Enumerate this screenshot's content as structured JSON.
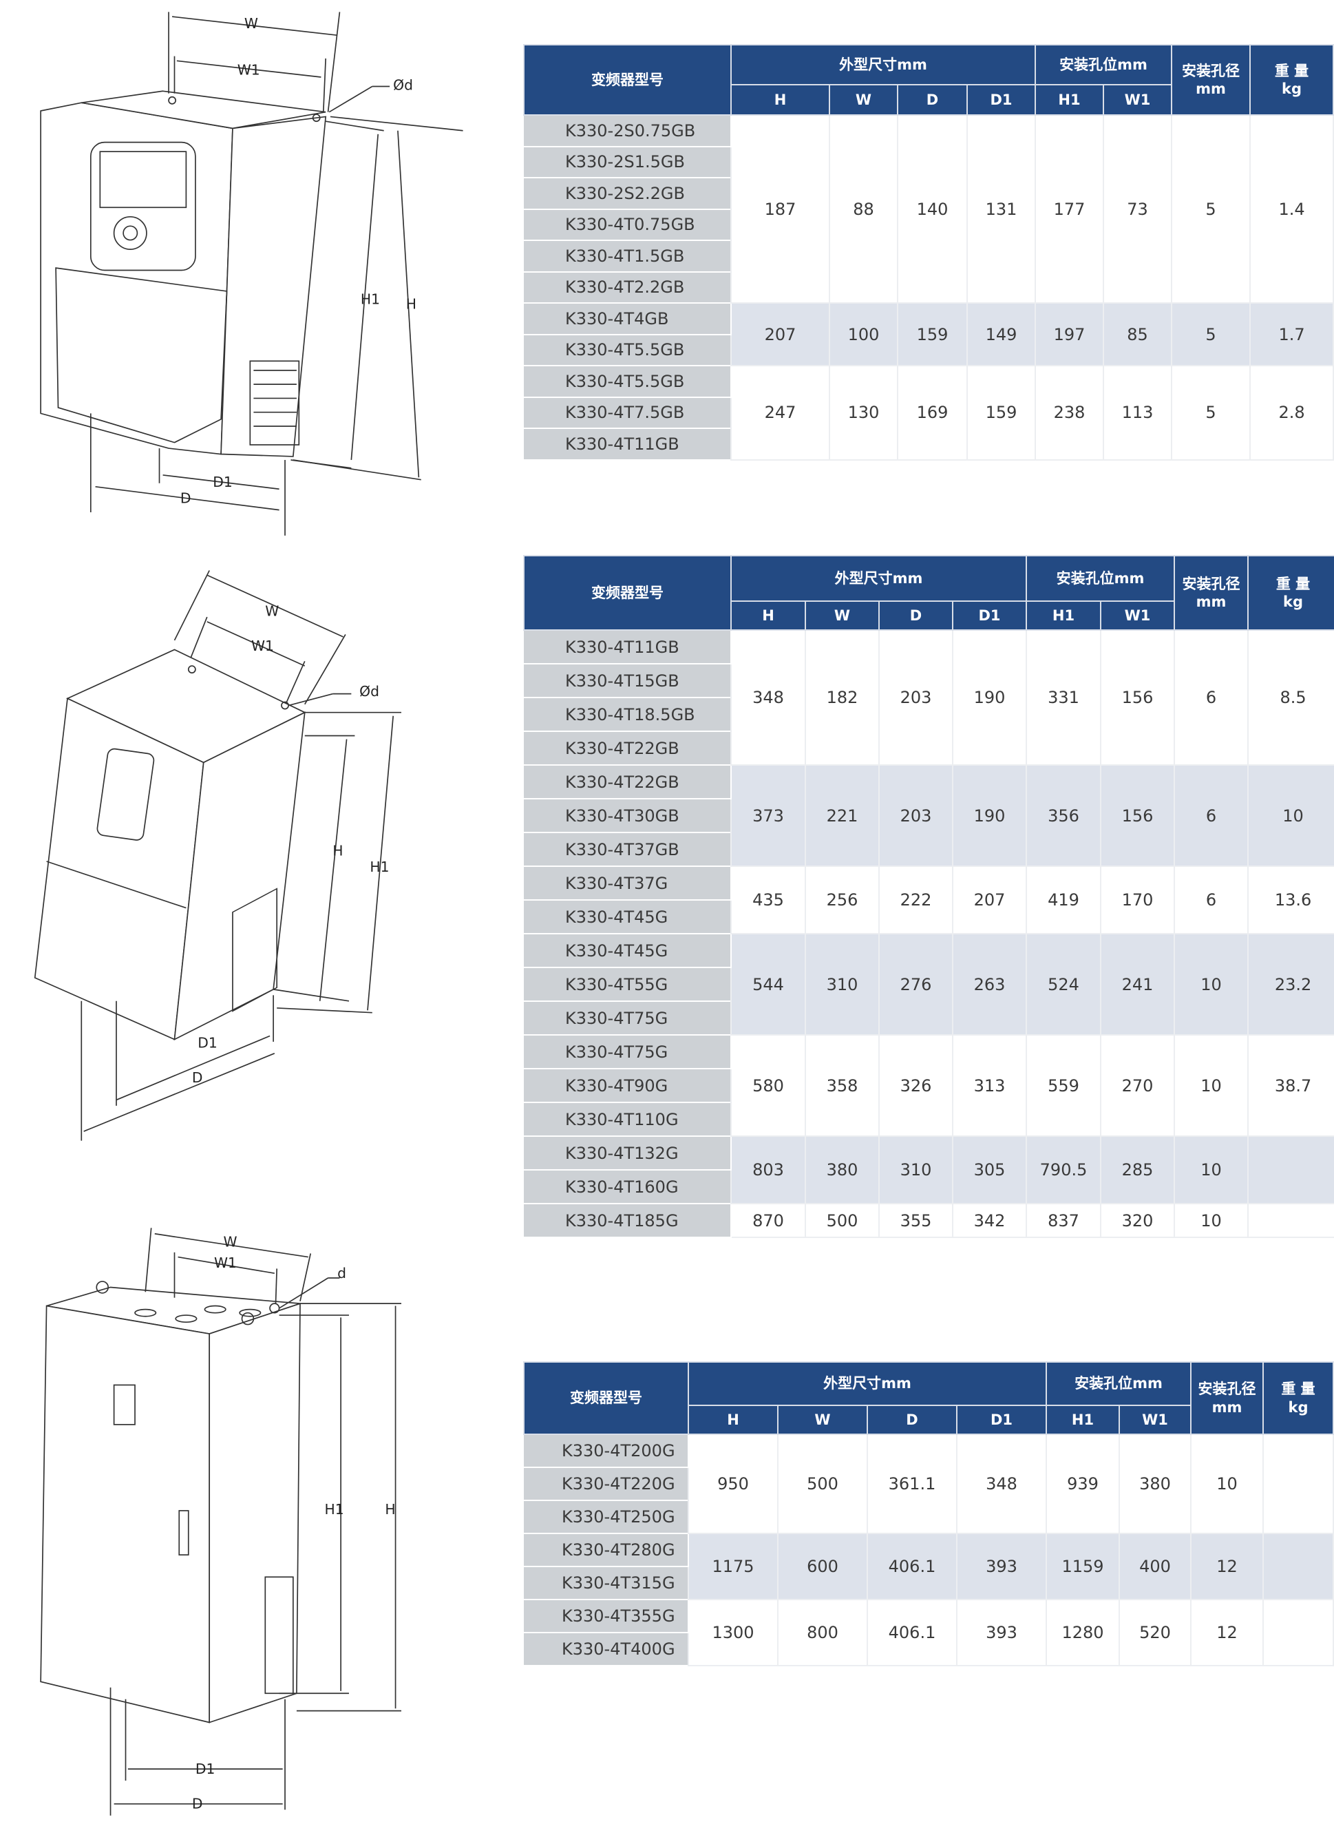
{
  "headers": {
    "model": "变频器型号",
    "outer_dims": "外型尺寸mm",
    "mount_pos": "安装孔位mm",
    "hole_dia_line1": "安装孔径",
    "hole_dia_line2": "mm",
    "weight_line1": "重 量",
    "weight_line2": "kg",
    "H": "H",
    "W": "W",
    "D": "D",
    "D1": "D1",
    "H1": "H1",
    "W1": "W1"
  },
  "drawings": [
    {
      "labels": {
        "W": "W",
        "W1": "W1",
        "d": "Ød",
        "H1": "H1",
        "H": "H",
        "D1": "D1",
        "D": "D"
      }
    },
    {
      "labels": {
        "W": "W",
        "W1": "W1",
        "d": "Ød",
        "H": "H",
        "H1": "H1",
        "D1": "D1",
        "D": "D"
      }
    },
    {
      "labels": {
        "W": "W",
        "W1": "W1",
        "d": "d",
        "H1": "H1",
        "H": "H",
        "D1": "D1",
        "D": "D"
      }
    }
  ],
  "tables": [
    {
      "groups": [
        {
          "models": [
            "K330-2S0.75GB",
            "K330-2S1.5GB",
            "K330-2S2.2GB",
            "K330-4T0.75GB",
            "K330-4T1.5GB",
            "K330-4T2.2GB"
          ],
          "values": [
            "187",
            "88",
            "140",
            "131",
            "177",
            "73",
            "5",
            "1.4"
          ]
        },
        {
          "models": [
            "K330-4T4GB",
            "K330-4T5.5GB"
          ],
          "values": [
            "207",
            "100",
            "159",
            "149",
            "197",
            "85",
            "5",
            "1.7"
          ]
        },
        {
          "models": [
            "K330-4T5.5GB",
            "K330-4T7.5GB",
            "K330-4T11GB"
          ],
          "values": [
            "247",
            "130",
            "169",
            "159",
            "238",
            "113",
            "5",
            "2.8"
          ]
        }
      ]
    },
    {
      "groups": [
        {
          "models": [
            "K330-4T11GB",
            "K330-4T15GB",
            "K330-4T18.5GB",
            "K330-4T22GB"
          ],
          "values": [
            "348",
            "182",
            "203",
            "190",
            "331",
            "156",
            "6",
            "8.5"
          ]
        },
        {
          "models": [
            "K330-4T22GB",
            "K330-4T30GB",
            "K330-4T37GB"
          ],
          "values": [
            "373",
            "221",
            "203",
            "190",
            "356",
            "156",
            "6",
            "10"
          ]
        },
        {
          "models": [
            "K330-4T37G",
            "K330-4T45G"
          ],
          "values": [
            "435",
            "256",
            "222",
            "207",
            "419",
            "170",
            "6",
            "13.6"
          ]
        },
        {
          "models": [
            "K330-4T45G",
            "K330-4T55G",
            "K330-4T75G"
          ],
          "values": [
            "544",
            "310",
            "276",
            "263",
            "524",
            "241",
            "10",
            "23.2"
          ]
        },
        {
          "models": [
            "K330-4T75G",
            "K330-4T90G",
            "K330-4T110G"
          ],
          "values": [
            "580",
            "358",
            "326",
            "313",
            "559",
            "270",
            "10",
            "38.7"
          ]
        },
        {
          "models": [
            "K330-4T132G",
            "K330-4T160G"
          ],
          "values": [
            "803",
            "380",
            "310",
            "305",
            "790.5",
            "285",
            "10",
            ""
          ]
        },
        {
          "models": [
            "K330-4T185G"
          ],
          "values": [
            "870",
            "500",
            "355",
            "342",
            "837",
            "320",
            "10",
            ""
          ]
        }
      ]
    },
    {
      "groups": [
        {
          "models": [
            "K330-4T200G",
            "K330-4T220G",
            "K330-4T250G"
          ],
          "values": [
            "950",
            "500",
            "361.1",
            "348",
            "939",
            "380",
            "10",
            ""
          ]
        },
        {
          "models": [
            "K330-4T280G",
            "K330-4T315G"
          ],
          "values": [
            "1175",
            "600",
            "406.1",
            "393",
            "1159",
            "400",
            "12",
            ""
          ]
        },
        {
          "models": [
            "K330-4T355G",
            "K330-4T400G"
          ],
          "values": [
            "1300",
            "800",
            "406.1",
            "393",
            "1280",
            "520",
            "12",
            ""
          ]
        }
      ]
    }
  ]
}
